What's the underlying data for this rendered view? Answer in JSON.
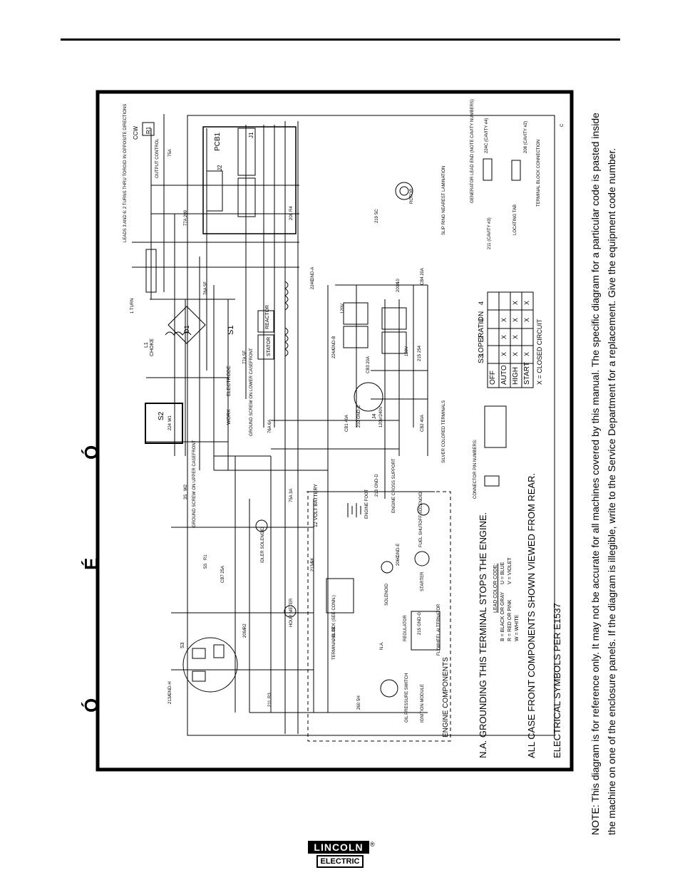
{
  "header": {
    "title_glyph_1": "Ó",
    "title_glyph_2": "É",
    "title_glyph_3": "Ó"
  },
  "note": {
    "line1": "NOTE:  This diagram is for reference only.    It may not be accurate for all machines covered by this manual.  The specific diagram for a particular code is pasted inside",
    "line2": "the machine on one of the enclosure panels.  If the diagram is illegible, write to the Service Department for a replacement.  Give the equipment code number."
  },
  "diagram": {
    "na_note": "N.A.  GROUNDING THIS TERMINAL STOPS THE ENGINE.",
    "case_front_note": "ALL CASE FRONT COMPONENTS SHOWN VIEWED FROM REAR.",
    "symbols_note": "ELECTRICAL SYMBOLS PER E1537",
    "engine_components": "ENGINE COMPONENTS",
    "lead_color_code": {
      "title": "LEAD COLOR CODE:",
      "entries": [
        "B = BLACK OR GRAY",
        "R = RED OR PINK",
        "W = WHITE",
        "U = BLUE",
        "V = VIOLET"
      ]
    },
    "connector_pin_numbers": "CONNECTOR PIN NUMBERS:",
    "s3_operation": {
      "title": "S3 OPERATION",
      "header": [
        "",
        "1",
        "2",
        "3",
        "4"
      ],
      "rows": [
        [
          "OFF",
          "",
          "",
          "",
          ""
        ],
        [
          "AUTO",
          "X",
          "X",
          "X",
          ""
        ],
        [
          "HIGH",
          "X",
          "X",
          "X",
          "X"
        ],
        [
          "START",
          "X",
          "",
          "X",
          "X"
        ]
      ],
      "footnote": "X = CLOSED CIRCUIT"
    },
    "labels": {
      "s2": "S2",
      "s1": "S1",
      "s3": "S3",
      "d1": "D1",
      "l1": "L1",
      "choke": "CHOKE",
      "pcb1": "PCB1",
      "j2": "J2",
      "j1": "J1",
      "r1": "R1",
      "ccw": "CCW",
      "output_control": "OUTPUT CONTROL",
      "reactor": "REACTOR",
      "stator": "STATOR",
      "rotor": "ROTOR",
      "work": "WORK",
      "electrode_lbl": "ELECTRODE",
      "battery": "12 VOLT BATTERY",
      "starter": "STARTER",
      "solenoid": "SOLENOID",
      "regulator": "REGULATOR",
      "flywheel_alternator": "FLYWHEEL ALTERNATOR",
      "idler_solenoid": "IDLER SOLENOID",
      "hour_meter": "HOUR METER",
      "fuel_shutoff": "FUEL SHUTOFF SOLENOID",
      "oil_pressure": "OIL PRESSURE SWITCH",
      "ignition_module": "IGNITION MODULE",
      "terminal_block": "TERMINAL BLOCK (SEE CONN.)",
      "engine_foot": "ENGINE FOOT",
      "engine_cross_support": "ENGINE CROSS SUPPORT",
      "ground_screw_upper": "GROUND SCREW ON UPPER CASEFRONT",
      "ground_screw_lower": "GROUND SCREW ON LOWER CASEFRONT",
      "silver_terminals": "SILVER COLORED TERMINALS",
      "slip_ring": "SLIP RING NEAREST LAMINATION",
      "leads_note": "LEADS 3 AND 6: 2 TURNS THRU TOROID IN OPPOSITE DIRECTIONS",
      "one_turn": "1 TURN",
      "generator_lead_end": "GENERATOR LEAD END (NOTE CAVITY NUMBERS)",
      "cavity_4": "224C (CAVITY #4)",
      "cavity_2": "208 (CAVITY #2)",
      "cavity_3": "211 (CAVITY #3)",
      "locating_tab": "LOCATING TAB",
      "terminal_block_conn": "TERMINAL BLOCK CONNECTION",
      "cb1": "CB1 40A",
      "cb2": "CB2 40A",
      "cb3": "CB3 20A",
      "cb4": "CB4 20A",
      "cb7": "CB7 25A",
      "j4": "J4",
      "j4_rating": "120V/240V",
      "j2_rating": "120V",
      "j3_rating": "120V",
      "na": "N.A.",
      "corner_c": "C"
    },
    "wire_numbers": [
      "75A",
      "77A",
      "76A",
      "77A",
      "76A",
      "75A",
      "213A",
      "261",
      "260",
      "219",
      "200A",
      "215",
      "224",
      "3S",
      "5S",
      "209A",
      "211",
      "208",
      "224C",
      "224A",
      "210",
      "213",
      "206C",
      "215",
      "213A",
      "209",
      "5F",
      "5E",
      "6A",
      "3A",
      "5K",
      "3B",
      "5H",
      "5C",
      "10",
      "254",
      "W1",
      "W2",
      "R1",
      "R2",
      "R3",
      "R4",
      "GND-A",
      "GND-B",
      "GND-C",
      "GND-D",
      "GND-E",
      "GND-G",
      "GND-H"
    ]
  },
  "logo": {
    "top": "LINCOLN",
    "bottom": "ELECTRIC",
    "reg": "®"
  }
}
